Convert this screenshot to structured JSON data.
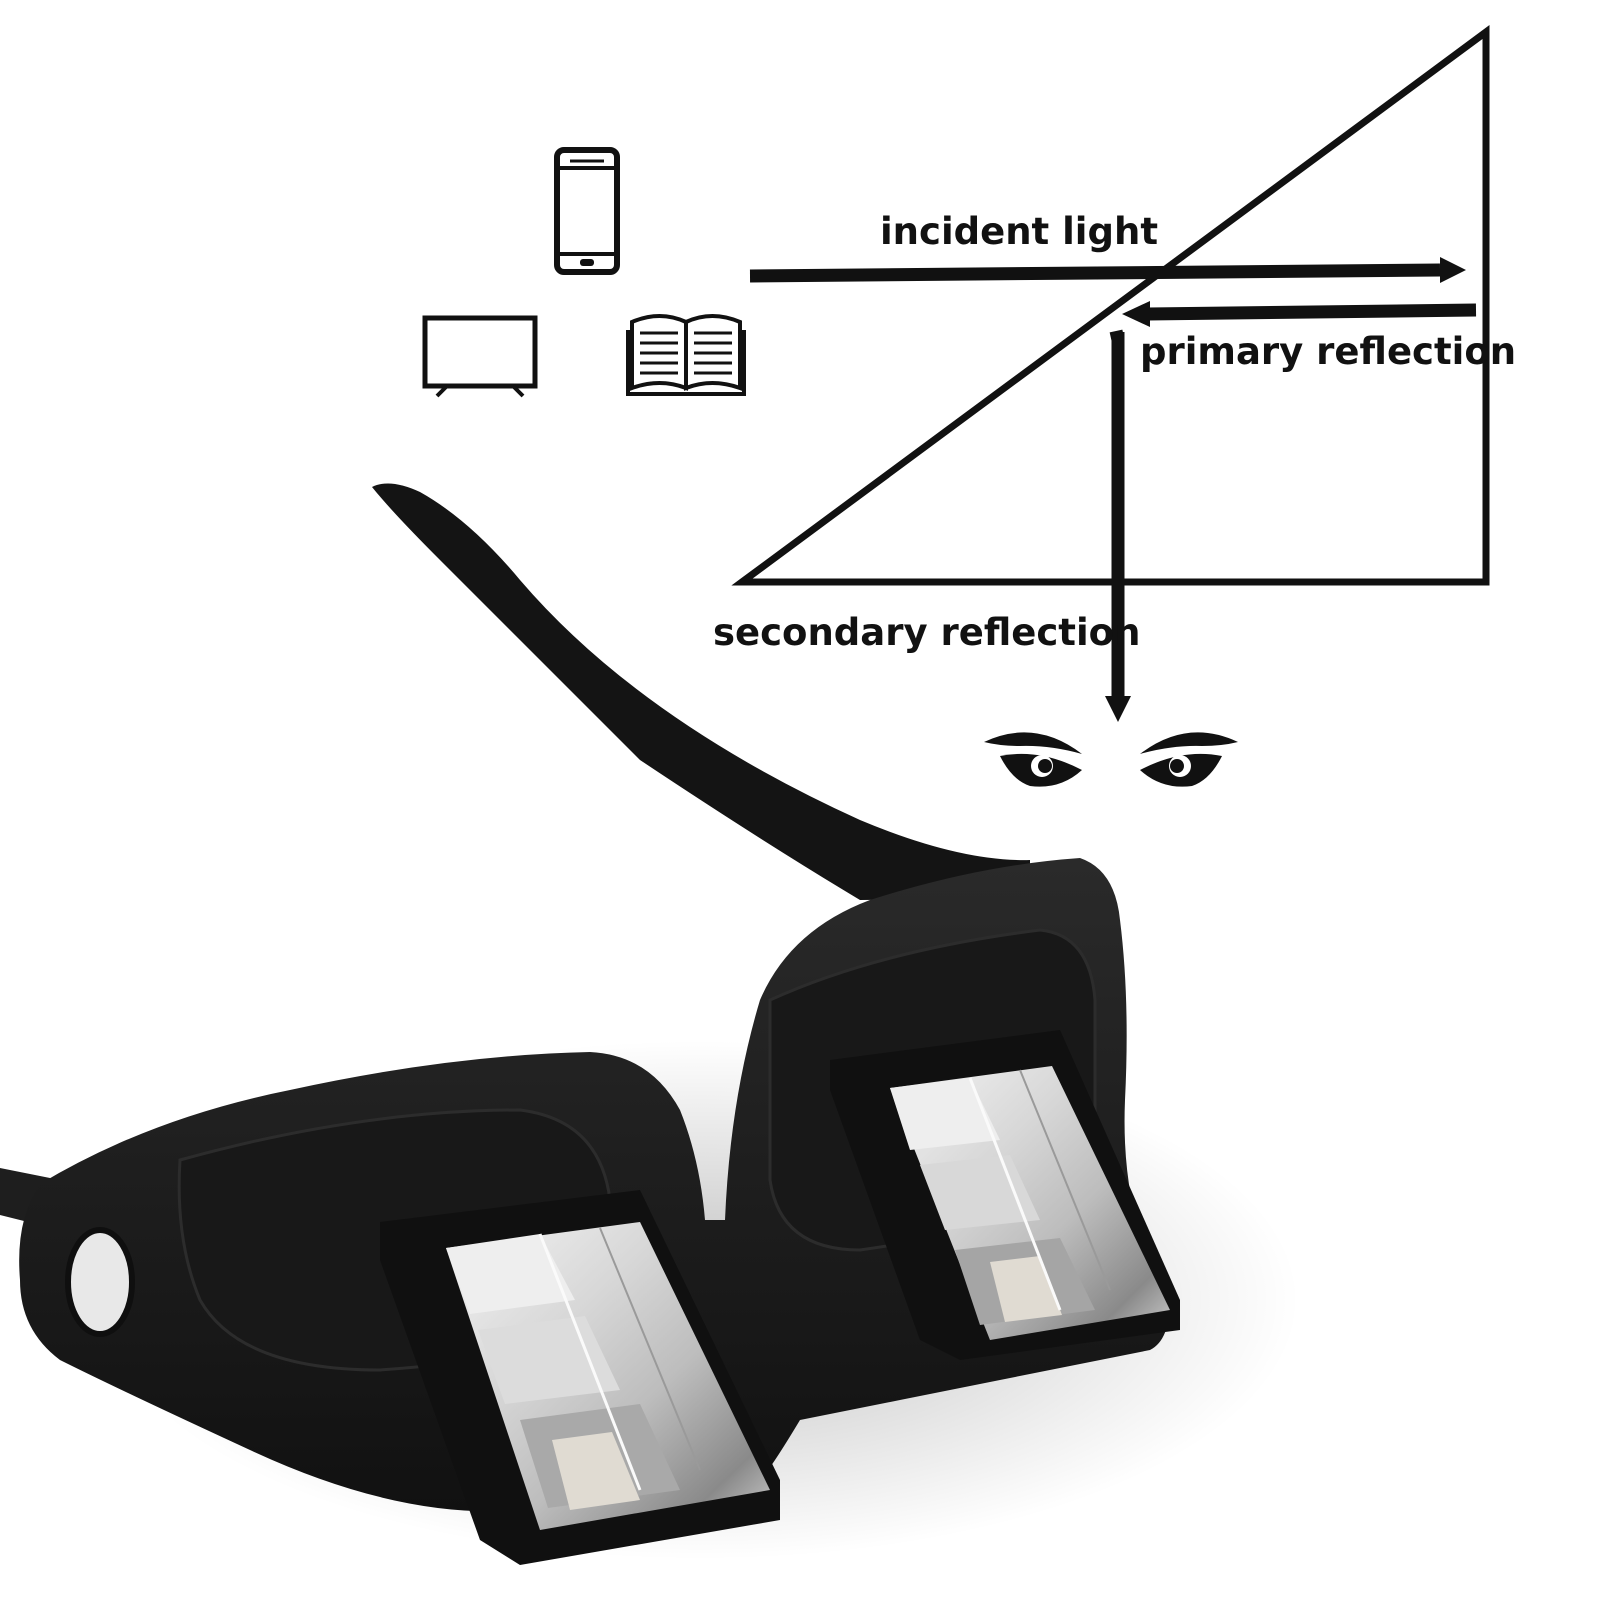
{
  "diagram": {
    "labels": {
      "incident_light": "incident light",
      "primary_reflection": "primary reflection",
      "secondary_reflection": "secondary reflection"
    },
    "device_icons": [
      "smartphone-icon",
      "tv-icon",
      "open-book-icon"
    ],
    "colors": {
      "line": "#111111",
      "background": "#ffffff",
      "frame": "#1a1a1a",
      "prism_light": "#e6e6e6",
      "prism_dark": "#8e8e8e"
    }
  }
}
